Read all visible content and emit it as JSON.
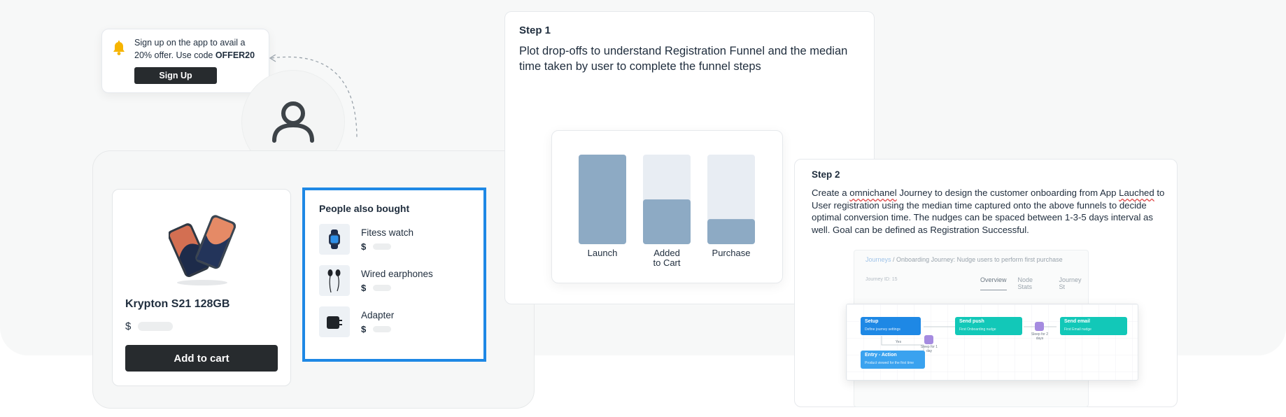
{
  "notification": {
    "text_before": "Sign up on the app to avail a 20% offer. Use code ",
    "code": "OFFER20",
    "button": "Sign Up",
    "icon": "bell-icon"
  },
  "product": {
    "name": "Krypton S21 128GB",
    "currency": "$",
    "add_to_cart": "Add to cart"
  },
  "also_bought": {
    "title": "People also bought",
    "items": [
      {
        "name": "Fitess watch",
        "currency": "$",
        "icon": "smartwatch-icon"
      },
      {
        "name": "Wired earphones",
        "currency": "$",
        "icon": "earphones-icon"
      },
      {
        "name": "Adapter",
        "currency": "$",
        "icon": "adapter-icon"
      }
    ]
  },
  "step1": {
    "title": "Step 1",
    "description": "Plot drop-offs to understand Registration Funnel and the median time taken by user to complete the funnel steps"
  },
  "chart_data": {
    "type": "bar",
    "categories": [
      "Launch",
      "Added\nto Cart",
      "Purchase"
    ],
    "values": [
      100,
      50,
      28
    ],
    "ylim": [
      0,
      100
    ],
    "bar_color": "#8daac4",
    "track_color": "#e8edf3",
    "grid": false
  },
  "step2": {
    "title": "Step 2",
    "desc_a": "Create a ",
    "desc_misspelled_1": "omnichanel",
    "desc_b": " Journey to design the customer onboarding from App ",
    "desc_misspelled_2": "Lauched",
    "desc_c": " to User registration using the median time captured onto the above funnels to decide optimal conversion time. The nudges can be spaced between 1-3-5 days interval as well. Goal can be defined as Registration Successful."
  },
  "journey": {
    "breadcrumb_root": "Journeys",
    "breadcrumb_sep": " / ",
    "breadcrumb_title": "Onboarding Journey: Nudge users to perform first purchase",
    "sub_text": "Journey ID: 15",
    "tabs": [
      "Overview",
      "Node Stats",
      "Journey St"
    ],
    "nodes": {
      "setup": {
        "title": "Setup",
        "sub": "Define journey settings"
      },
      "send_push": {
        "title": "Send push",
        "sub": "First Onboarding nudge"
      },
      "send_email": {
        "title": "Send email",
        "sub": "First Email nudge"
      },
      "entry": {
        "title": "Entry - Action",
        "sub": "Product viewed for the first time"
      },
      "sleep1": "Sleep for 1 day",
      "sleep2": "Sleep for 2 days",
      "yes": "Yes"
    }
  },
  "colors": {
    "accent_blue": "#1e88e5",
    "dark_button": "#272b2e",
    "teal": "#12c8b8",
    "purple": "#a58be0"
  }
}
